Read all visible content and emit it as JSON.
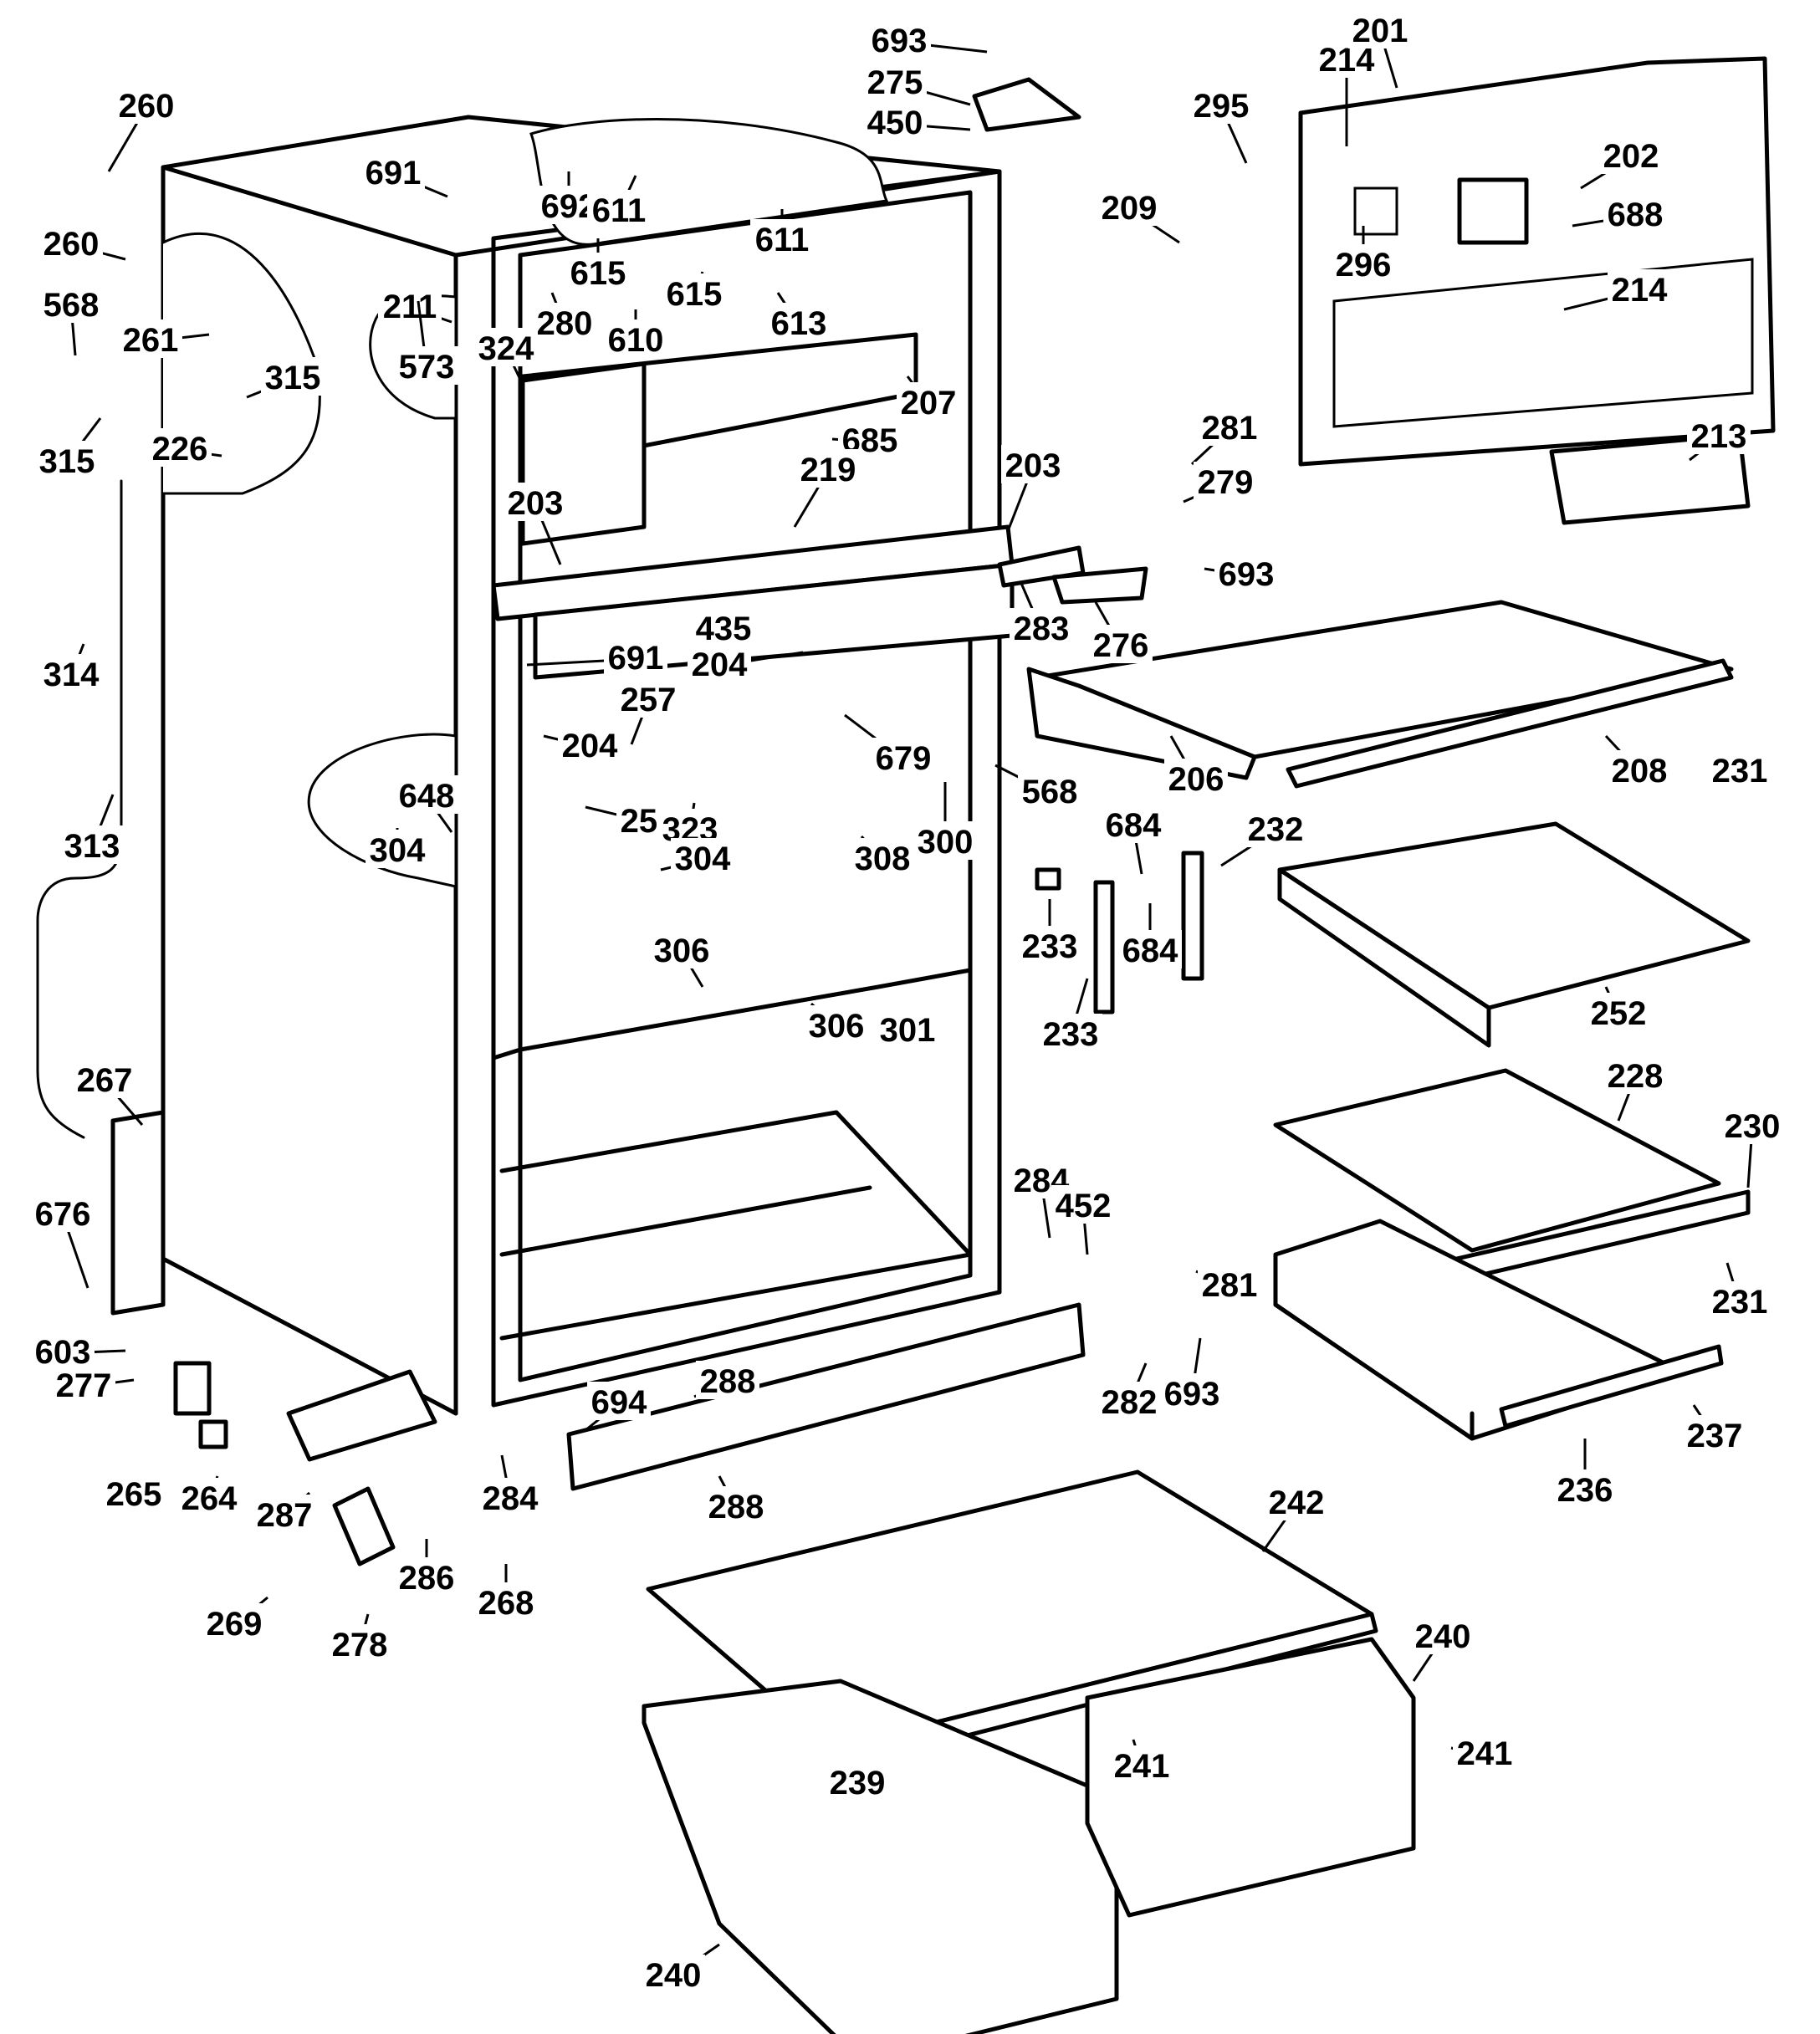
{
  "diagram": {
    "title": "Refrigerator cabinet exploded parts view",
    "callouts": [
      {
        "id": "c1",
        "number": "693"
      },
      {
        "id": "c2",
        "number": "275"
      },
      {
        "id": "c3",
        "number": "450"
      },
      {
        "id": "c4",
        "number": "260"
      },
      {
        "id": "c5",
        "number": "691"
      },
      {
        "id": "c6",
        "number": "692"
      },
      {
        "id": "c7",
        "number": "611"
      },
      {
        "id": "c8",
        "number": "611"
      },
      {
        "id": "c9",
        "number": "260"
      },
      {
        "id": "c10",
        "number": "615"
      },
      {
        "id": "c11",
        "number": "615"
      },
      {
        "id": "c12",
        "number": "610"
      },
      {
        "id": "c13",
        "number": "613"
      },
      {
        "id": "c14",
        "number": "211"
      },
      {
        "id": "c15",
        "number": "280"
      },
      {
        "id": "c16",
        "number": "261"
      },
      {
        "id": "c17",
        "number": "568"
      },
      {
        "id": "c18",
        "number": "573"
      },
      {
        "id": "c19",
        "number": "324"
      },
      {
        "id": "c20",
        "number": "315"
      },
      {
        "id": "c21",
        "number": "315"
      },
      {
        "id": "c22",
        "number": "226"
      },
      {
        "id": "c23",
        "number": "207"
      },
      {
        "id": "c24",
        "number": "685"
      },
      {
        "id": "c25",
        "number": "219"
      },
      {
        "id": "c26",
        "number": "203"
      },
      {
        "id": "c27",
        "number": "203"
      },
      {
        "id": "c28",
        "number": "295"
      },
      {
        "id": "c29",
        "number": "209"
      },
      {
        "id": "c30",
        "number": "214"
      },
      {
        "id": "c31",
        "number": "201"
      },
      {
        "id": "c32",
        "number": "202"
      },
      {
        "id": "c33",
        "number": "688"
      },
      {
        "id": "c34",
        "number": "296"
      },
      {
        "id": "c35",
        "number": "214"
      },
      {
        "id": "c36",
        "number": "213"
      },
      {
        "id": "c37",
        "number": "281"
      },
      {
        "id": "c38",
        "number": "279"
      },
      {
        "id": "c39",
        "number": "693"
      },
      {
        "id": "c40",
        "number": "283"
      },
      {
        "id": "c41",
        "number": "276"
      },
      {
        "id": "c42",
        "number": "314"
      },
      {
        "id": "c43",
        "number": "435"
      },
      {
        "id": "c44",
        "number": "691"
      },
      {
        "id": "c45",
        "number": "204"
      },
      {
        "id": "c46",
        "number": "204"
      },
      {
        "id": "c47",
        "number": "257"
      },
      {
        "id": "c48",
        "number": "679"
      },
      {
        "id": "c49",
        "number": "568"
      },
      {
        "id": "c50",
        "number": "300"
      },
      {
        "id": "c51",
        "number": "206"
      },
      {
        "id": "c52",
        "number": "208"
      },
      {
        "id": "c53",
        "number": "231"
      },
      {
        "id": "c54",
        "number": "648"
      },
      {
        "id": "c55",
        "number": "304"
      },
      {
        "id": "c56",
        "number": "256"
      },
      {
        "id": "c57",
        "number": "323"
      },
      {
        "id": "c58",
        "number": "304"
      },
      {
        "id": "c59",
        "number": "308"
      },
      {
        "id": "c60",
        "number": "313"
      },
      {
        "id": "c61",
        "number": "684"
      },
      {
        "id": "c62",
        "number": "232"
      },
      {
        "id": "c63",
        "number": "233"
      },
      {
        "id": "c64",
        "number": "684"
      },
      {
        "id": "c65",
        "number": "233"
      },
      {
        "id": "c66",
        "number": "252"
      },
      {
        "id": "c67",
        "number": "306"
      },
      {
        "id": "c68",
        "number": "306"
      },
      {
        "id": "c69",
        "number": "301"
      },
      {
        "id": "c70",
        "number": "267"
      },
      {
        "id": "c71",
        "number": "228"
      },
      {
        "id": "c72",
        "number": "230"
      },
      {
        "id": "c73",
        "number": "284"
      },
      {
        "id": "c74",
        "number": "452"
      },
      {
        "id": "c75",
        "number": "676"
      },
      {
        "id": "c76",
        "number": "281"
      },
      {
        "id": "c77",
        "number": "231"
      },
      {
        "id": "c78",
        "number": "603"
      },
      {
        "id": "c79",
        "number": "277"
      },
      {
        "id": "c80",
        "number": "288"
      },
      {
        "id": "c81",
        "number": "694"
      },
      {
        "id": "c82",
        "number": "282"
      },
      {
        "id": "c83",
        "number": "693"
      },
      {
        "id": "c84",
        "number": "237"
      },
      {
        "id": "c85",
        "number": "236"
      },
      {
        "id": "c86",
        "number": "265"
      },
      {
        "id": "c87",
        "number": "264"
      },
      {
        "id": "c88",
        "number": "287"
      },
      {
        "id": "c89",
        "number": "284"
      },
      {
        "id": "c90",
        "number": "288"
      },
      {
        "id": "c91",
        "number": "286"
      },
      {
        "id": "c92",
        "number": "242"
      },
      {
        "id": "c93",
        "number": "269"
      },
      {
        "id": "c94",
        "number": "268"
      },
      {
        "id": "c95",
        "number": "278"
      },
      {
        "id": "c96",
        "number": "240"
      },
      {
        "id": "c97",
        "number": "239"
      },
      {
        "id": "c98",
        "number": "241"
      },
      {
        "id": "c99",
        "number": "241"
      },
      {
        "id": "c100",
        "number": "240"
      }
    ]
  }
}
